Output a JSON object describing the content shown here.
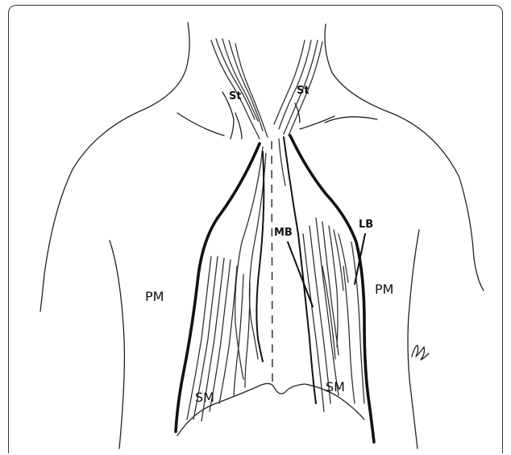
{
  "labels": {
    "st_left": "St",
    "st_right": "St",
    "mb": "MB",
    "lb": "LB",
    "pm_left": "PM",
    "pm_right": "PM",
    "sm_left": "SM",
    "sm_right": "SM"
  }
}
